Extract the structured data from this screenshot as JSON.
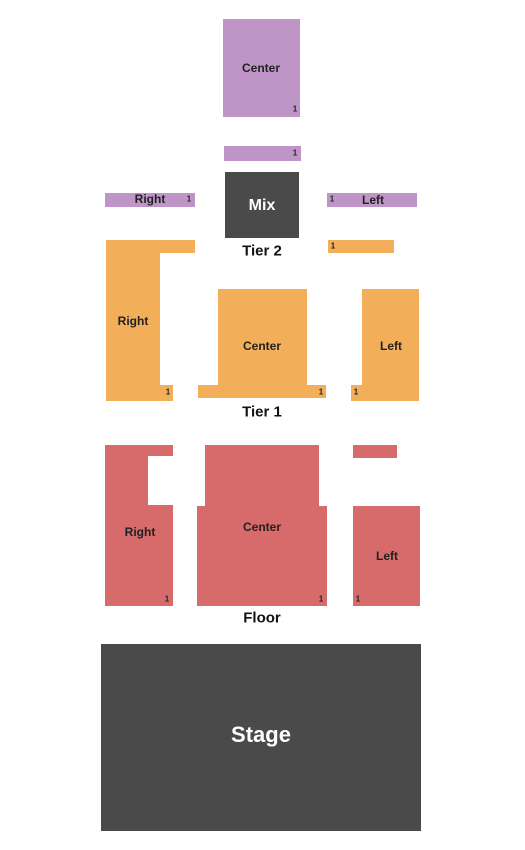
{
  "colors": {
    "tier2": "#bf95c8",
    "tier1": "#f2ae58",
    "floor": "#d76a6a",
    "fixture": "#4a4a4a"
  },
  "tier2": {
    "label": "Tier 2",
    "center": {
      "name": "Center",
      "row": "1"
    },
    "center_front": {
      "row": "1"
    },
    "right": {
      "name": "Right",
      "row": "1"
    },
    "left": {
      "name": "Left",
      "row": "1"
    }
  },
  "mix": {
    "label": "Mix"
  },
  "tier1": {
    "label": "Tier 1",
    "right": {
      "name": "Right",
      "row": "1"
    },
    "center": {
      "name": "Center",
      "row": "1"
    },
    "left": {
      "name": "Left",
      "row": "1"
    },
    "right_top_extension": {},
    "left_top_strip": {
      "row": "1"
    }
  },
  "floor": {
    "label": "Floor",
    "right": {
      "name": "Right",
      "row": "1"
    },
    "center": {
      "name": "Center",
      "row": "1"
    },
    "left": {
      "name": "Left",
      "row": "1"
    }
  },
  "stage": {
    "label": "Stage"
  }
}
